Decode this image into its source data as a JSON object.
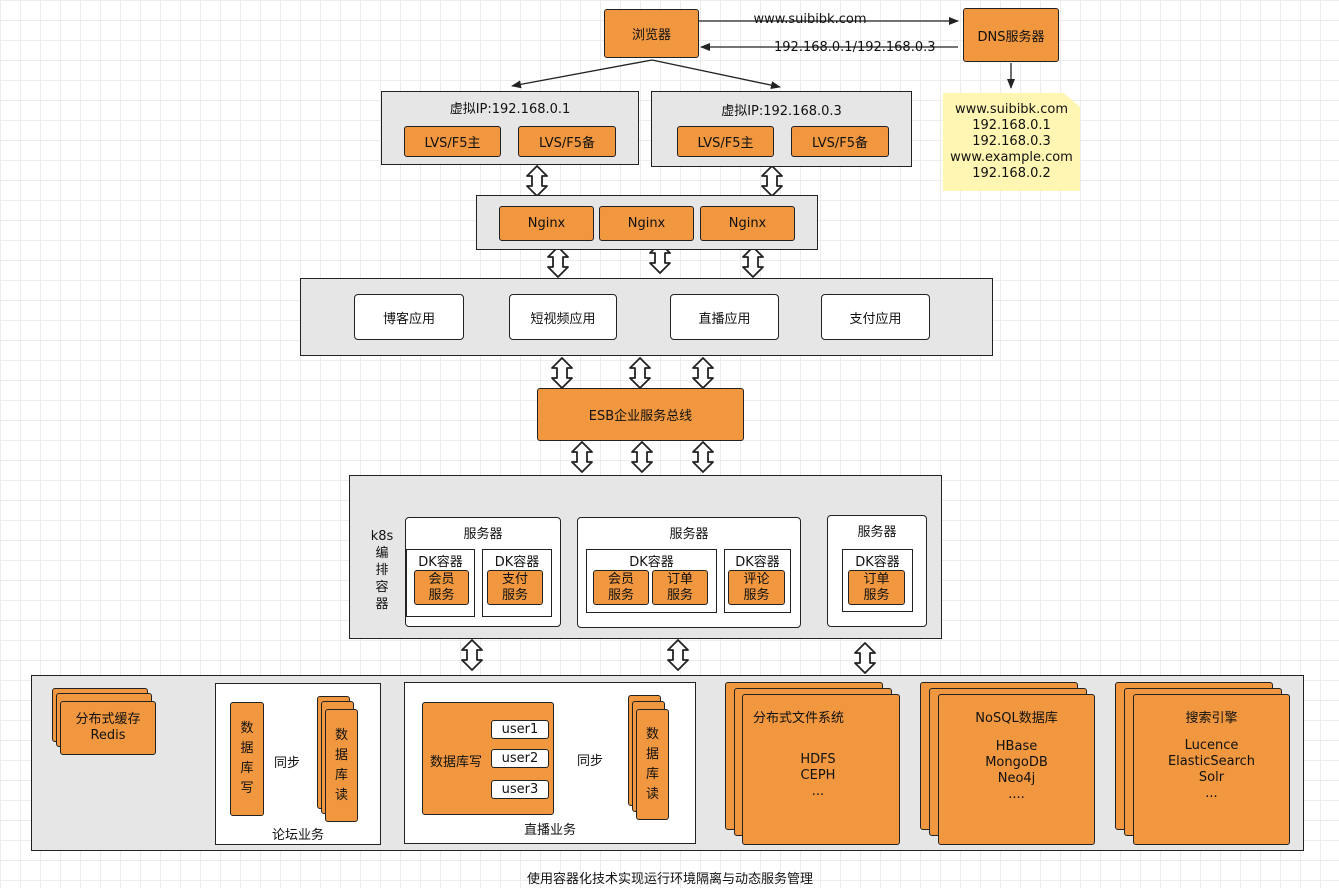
{
  "top": {
    "browser": "浏览器",
    "dns": "DNS服务器",
    "req_label": "www.suibibk.com",
    "resp_label": "192.168.0.1/192.168.0.3",
    "dns_note": [
      "www.suibibk.com",
      "192.168.0.1",
      "192.168.0.3",
      "www.example.com",
      "192.168.0.2"
    ]
  },
  "lvs": [
    {
      "title": "虚拟IP:192.168.0.1",
      "master": "LVS/F5主",
      "backup": "LVS/F5备"
    },
    {
      "title": "虚拟IP:192.168.0.3",
      "master": "LVS/F5主",
      "backup": "LVS/F5备"
    }
  ],
  "nginx": [
    "Nginx",
    "Nginx",
    "Nginx"
  ],
  "apps": [
    "博客应用",
    "短视频应用",
    "直播应用",
    "支付应用"
  ],
  "esb": "ESB企业服务总线",
  "k8s": {
    "label": [
      "k8s",
      "编",
      "排",
      "容",
      "器"
    ],
    "server_label": "服务器",
    "container_label": "DK容器",
    "services": {
      "member1": [
        "会员",
        "服务"
      ],
      "pay": [
        "支付",
        "服务"
      ],
      "member2": [
        "会员",
        "服务"
      ],
      "order1": [
        "订单",
        "服务"
      ],
      "comment": [
        "评论",
        "服务"
      ],
      "order2": [
        "订单",
        "服务"
      ]
    }
  },
  "data": {
    "redis": [
      "分布式缓存",
      "Redis"
    ],
    "forum": {
      "write": [
        "数",
        "据",
        "库",
        "写"
      ],
      "sync": "同步",
      "read": [
        "数",
        "据",
        "库",
        "读"
      ],
      "caption": "论坛业务"
    },
    "live": {
      "write": "数据库写",
      "users": [
        "user1",
        "user2",
        "user3"
      ],
      "sync": "同步",
      "read": [
        "数",
        "据",
        "库",
        "读"
      ],
      "caption": "直播业务"
    },
    "dfs": {
      "title": "分布式文件系统",
      "items": [
        "HDFS",
        "CEPH",
        "..."
      ]
    },
    "nosql": {
      "title": "NoSQL数据库",
      "items": [
        "HBase",
        "MongoDB",
        "Neo4j",
        "...."
      ]
    },
    "search": {
      "title": "搜索引擎",
      "items": [
        "Lucence",
        "ElasticSearch",
        "Solr",
        "..."
      ]
    }
  },
  "caption": "使用容器化技术实现运行环境隔离与动态服务管理",
  "colors": {
    "accent": "#f0973f",
    "panel": "#e6e6e6",
    "note": "#fff6b3"
  }
}
